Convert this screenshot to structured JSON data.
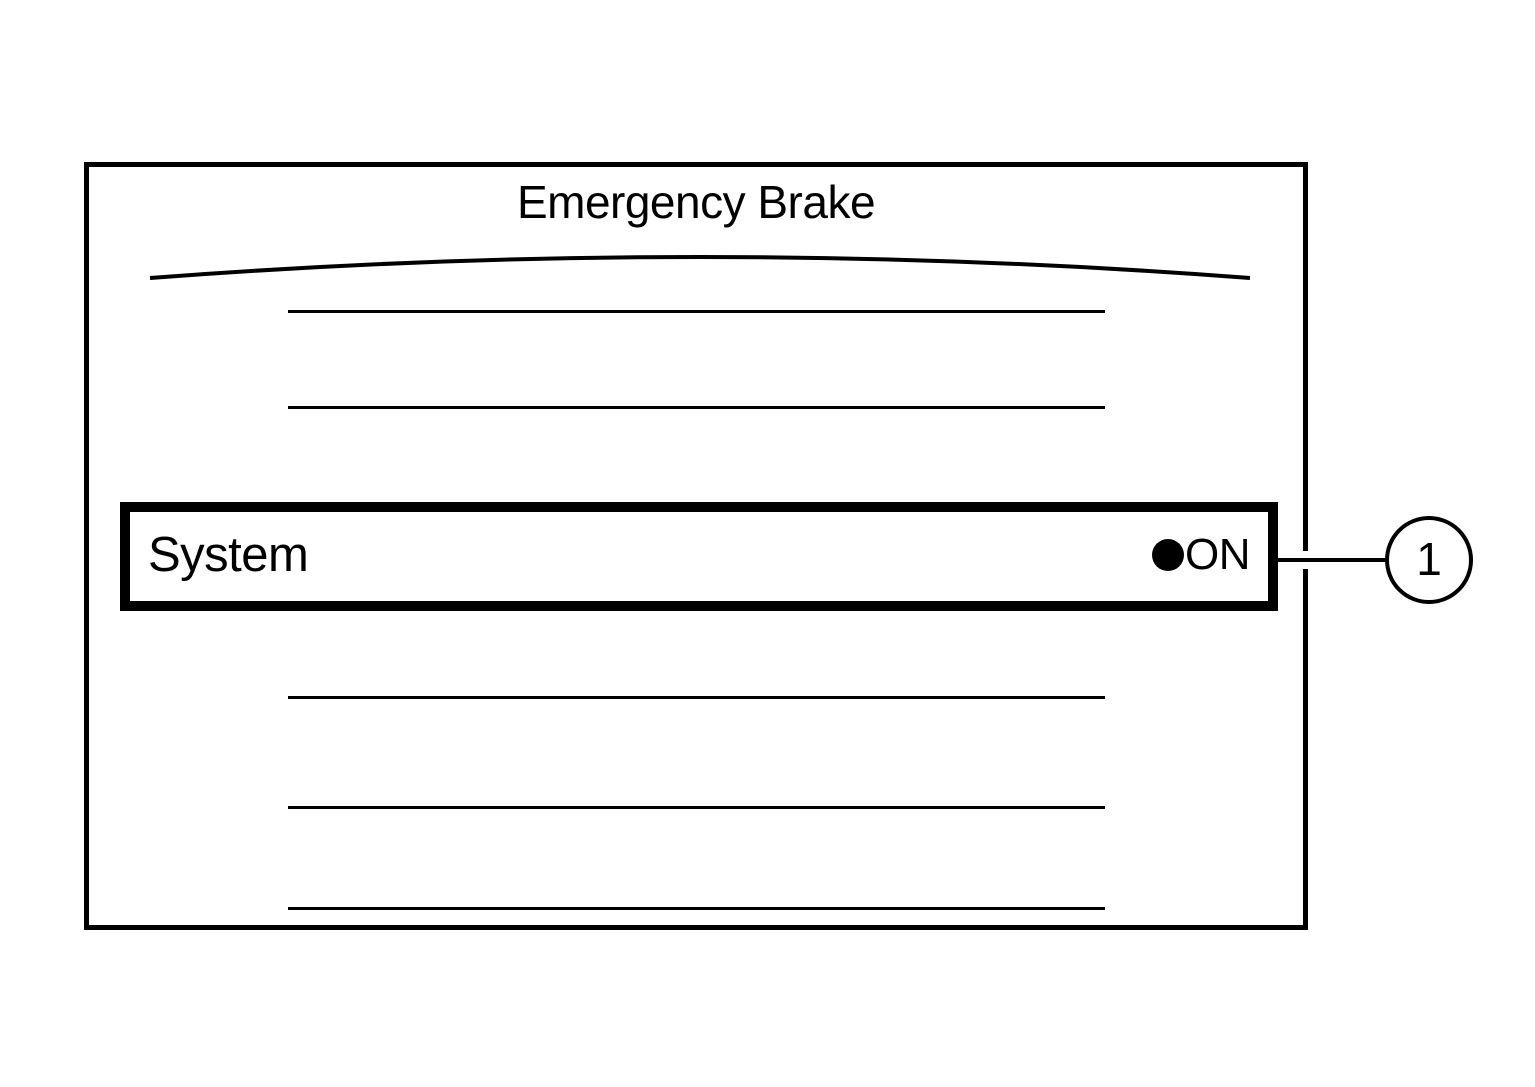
{
  "display": {
    "title": "Emergency Brake",
    "background_color": "#ffffff",
    "line_color": "#000000"
  },
  "selected_row": {
    "label": "System",
    "status_icon": "filled-circle-indicator",
    "status_value": "ON"
  },
  "callout": {
    "number": "1"
  },
  "placeholder_lines": [
    {
      "id": "line-1"
    },
    {
      "id": "line-2"
    },
    {
      "id": "line-3"
    },
    {
      "id": "line-4"
    },
    {
      "id": "line-5"
    }
  ]
}
